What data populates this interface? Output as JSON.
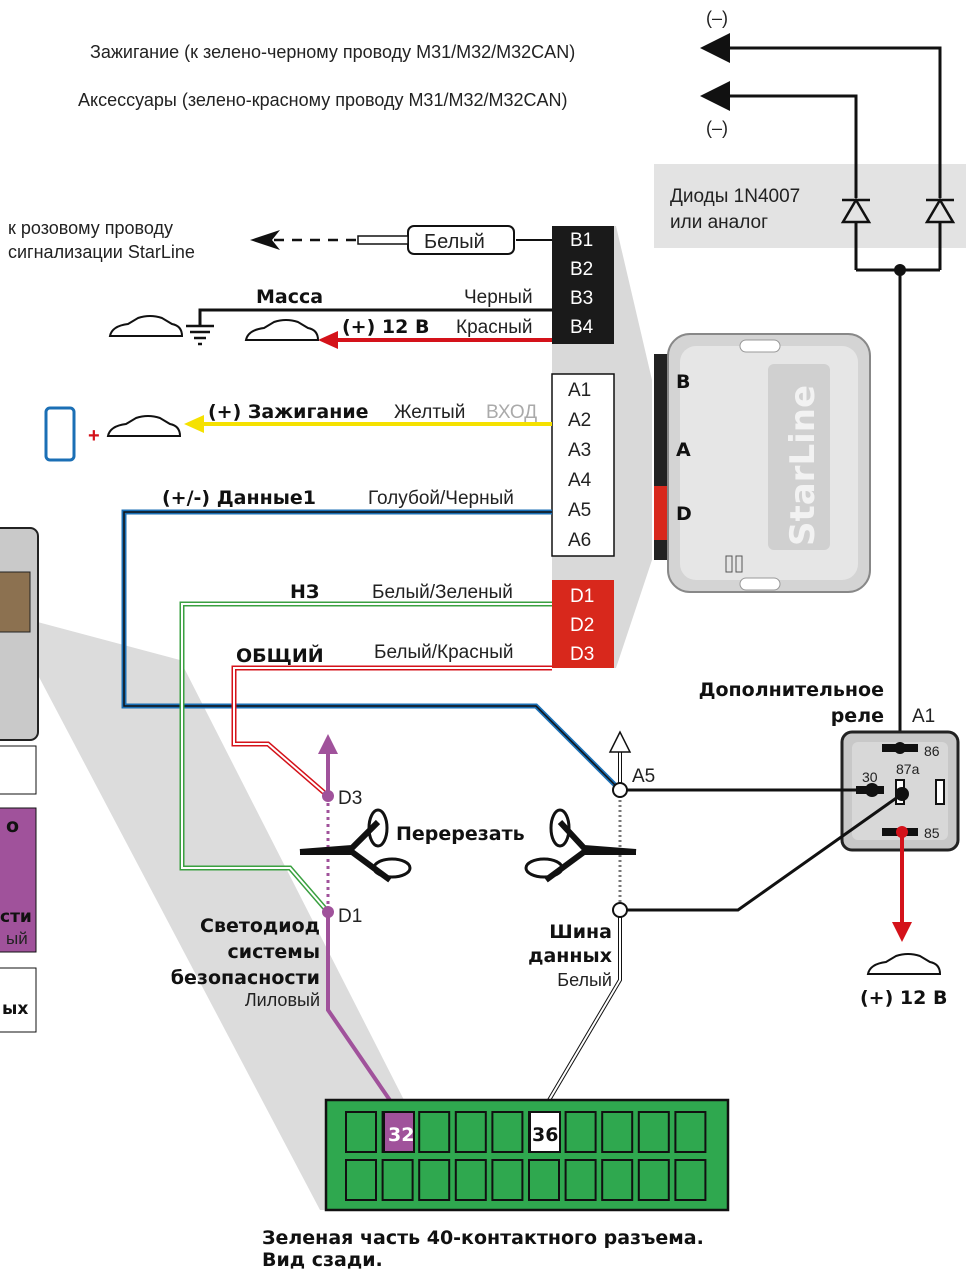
{
  "top": {
    "minus": "(–)",
    "ignition_note": "Зажигание (к зелено-черному проводу M31/M32/M32CAN)",
    "acc_note": "Аксессуары (зелено-красному проводу M31/M32/M32CAN)",
    "diodes_line1": "Диоды 1N4007",
    "diodes_line2": "или аналог"
  },
  "connector_b": {
    "pins": [
      "B1",
      "B2",
      "B3",
      "B4"
    ],
    "white_label": "Белый",
    "pink_note_line1": "к розовому проводу",
    "pink_note_line2": "сигнализации StarLine",
    "ground_label": "Масса",
    "black_label": "Черный",
    "plus12_label": "(+) 12 В",
    "red_label": "Красный"
  },
  "connector_a": {
    "pins": [
      "A1",
      "A2",
      "A3",
      "A4",
      "A5",
      "A6"
    ],
    "ign_label": "(+) Зажигание",
    "yellow_label": "Желтый",
    "input_label": "ВХОД",
    "data1_label": "(+/-) Данные1",
    "blue_black_label": "Голубой/Черный"
  },
  "connector_d": {
    "pins": [
      "D1",
      "D2",
      "D3"
    ],
    "nc_label": "НЗ",
    "white_green_label": "Белый/Зеленый",
    "common_label": "ОБЩИЙ",
    "white_red_label": "Белый/Красный"
  },
  "module": {
    "brand": "StarLine",
    "port_b": "B",
    "port_a": "A",
    "port_d": "D",
    "plus_sign": "+"
  },
  "relay": {
    "title_line1": "Дополнительное",
    "title_line2": "реле",
    "a1": "A1",
    "pin86": "86",
    "pin87a": "87a",
    "pin30": "30",
    "pin85": "85",
    "plus12": "(+) 12 В"
  },
  "wires": {
    "d3": "D3",
    "d1": "D1",
    "a5": "A5",
    "cut": "Перерезать",
    "led_line1": "Светодиод",
    "led_line2": "системы",
    "led_line3": "безопасности",
    "led_color": "Лиловый",
    "bus_line1": "Шина",
    "bus_line2": "данных",
    "bus_color": "Белый"
  },
  "plug": {
    "pin32": "32",
    "pin36": "36",
    "caption_line1": "Зеленая часть 40-контактного разъема.",
    "caption_line2": "Вид сзади."
  },
  "left_fragments": {
    "frag1": "о",
    "frag2": "сти",
    "frag3": "ый",
    "frag4": "ых"
  },
  "colors": {
    "green_plug": "#2fa84f",
    "purple": "#a0529b",
    "red_wire": "#d4121a",
    "yellow_wire": "#f5e100",
    "blue_wire": "#1b6fb5",
    "connector_red": "#d8281c"
  }
}
